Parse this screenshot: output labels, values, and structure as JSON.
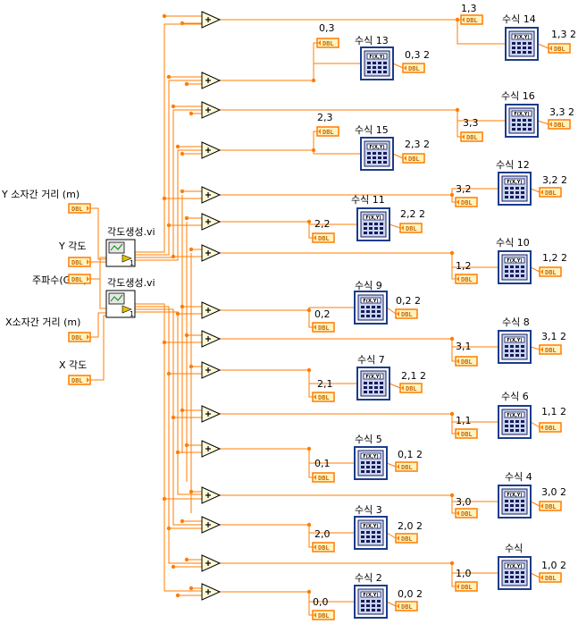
{
  "inputs": [
    {
      "id": "in_y_dist",
      "label": "Y 소자간 거리 (m)",
      "tag": "DBL"
    },
    {
      "id": "in_y_ang",
      "label": "Y 각도",
      "tag": "DBL"
    },
    {
      "id": "in_freq",
      "label": "주파수(GHz)",
      "tag": "DBL"
    },
    {
      "id": "in_x_dist",
      "label": "X소자간 거리 (m)",
      "tag": "DBL"
    },
    {
      "id": "in_x_ang",
      "label": "X 각도",
      "tag": "DBL"
    }
  ],
  "subvis": [
    {
      "id": "sv1",
      "label": "각도생성.vi"
    },
    {
      "id": "sv2",
      "label": "각도생성.vi"
    }
  ],
  "adders": [
    {
      "id": "a0"
    },
    {
      "id": "a1"
    },
    {
      "id": "a2"
    },
    {
      "id": "a3"
    },
    {
      "id": "a4"
    },
    {
      "id": "a5"
    },
    {
      "id": "a6"
    },
    {
      "id": "a7"
    },
    {
      "id": "a8"
    },
    {
      "id": "a9"
    },
    {
      "id": "a10"
    },
    {
      "id": "a11"
    },
    {
      "id": "a12"
    },
    {
      "id": "a13"
    },
    {
      "id": "a14"
    },
    {
      "id": "a15"
    }
  ],
  "indicators": [
    {
      "id": "i13",
      "label": "1,3"
    },
    {
      "id": "i03",
      "label": "0,3"
    },
    {
      "id": "i33",
      "label": "3,3"
    },
    {
      "id": "i23",
      "label": "2,3"
    },
    {
      "id": "i32",
      "label": "3,2"
    },
    {
      "id": "i22",
      "label": "2,2"
    },
    {
      "id": "i12",
      "label": "1,2"
    },
    {
      "id": "i02",
      "label": "0,2"
    },
    {
      "id": "i31",
      "label": "3,1"
    },
    {
      "id": "i21",
      "label": "2,1"
    },
    {
      "id": "i11",
      "label": "1,1"
    },
    {
      "id": "i01",
      "label": "0,1"
    },
    {
      "id": "i30",
      "label": "3,0"
    },
    {
      "id": "i20",
      "label": "2,0"
    },
    {
      "id": "i10",
      "label": "1,0"
    },
    {
      "id": "i00",
      "label": "0,0"
    }
  ],
  "formulas": [
    {
      "id": "f14",
      "label": "수식 14"
    },
    {
      "id": "f13",
      "label": "수식 13"
    },
    {
      "id": "f16",
      "label": "수식 16"
    },
    {
      "id": "f15",
      "label": "수식 15"
    },
    {
      "id": "f12",
      "label": "수식 12"
    },
    {
      "id": "f11",
      "label": "수식 11"
    },
    {
      "id": "f10",
      "label": "수식 10"
    },
    {
      "id": "f9",
      "label": "수식 9"
    },
    {
      "id": "f8",
      "label": "수식 8"
    },
    {
      "id": "f7",
      "label": "수식 7"
    },
    {
      "id": "f6",
      "label": "수식 6"
    },
    {
      "id": "f5",
      "label": "수식 5"
    },
    {
      "id": "f4",
      "label": "수식 4"
    },
    {
      "id": "f3",
      "label": "수식 3"
    },
    {
      "id": "f1",
      "label": "수식"
    },
    {
      "id": "f2",
      "label": "수식 2"
    }
  ],
  "outputs": [
    {
      "id": "o13",
      "label": "1,3 2"
    },
    {
      "id": "o03",
      "label": "0,3 2"
    },
    {
      "id": "o33",
      "label": "3,3 2"
    },
    {
      "id": "o23",
      "label": "2,3 2"
    },
    {
      "id": "o32",
      "label": "3,2 2"
    },
    {
      "id": "o22",
      "label": "2,2 2"
    },
    {
      "id": "o12",
      "label": "1,2 2"
    },
    {
      "id": "o02",
      "label": "0,2 2"
    },
    {
      "id": "o31",
      "label": "3,1 2"
    },
    {
      "id": "o21",
      "label": "2,1 2"
    },
    {
      "id": "o11",
      "label": "1,1 2"
    },
    {
      "id": "o01",
      "label": "0,1 2"
    },
    {
      "id": "o30",
      "label": "3,0 2"
    },
    {
      "id": "o20",
      "label": "2,0 2"
    },
    {
      "id": "o10",
      "label": "1,0 2"
    },
    {
      "id": "o00",
      "label": "0,0 2"
    }
  ],
  "colors": {
    "wire": "#ff7d00",
    "tag_fill": "#fff3c0",
    "tag_border": "#ff7d00",
    "formula_border": "#1a3c8c",
    "formula_fill": "#c8d6f0"
  },
  "tag_text": "DBL",
  "formula_icon_text": "F(X,Y)",
  "subvi_icon_text": "1"
}
